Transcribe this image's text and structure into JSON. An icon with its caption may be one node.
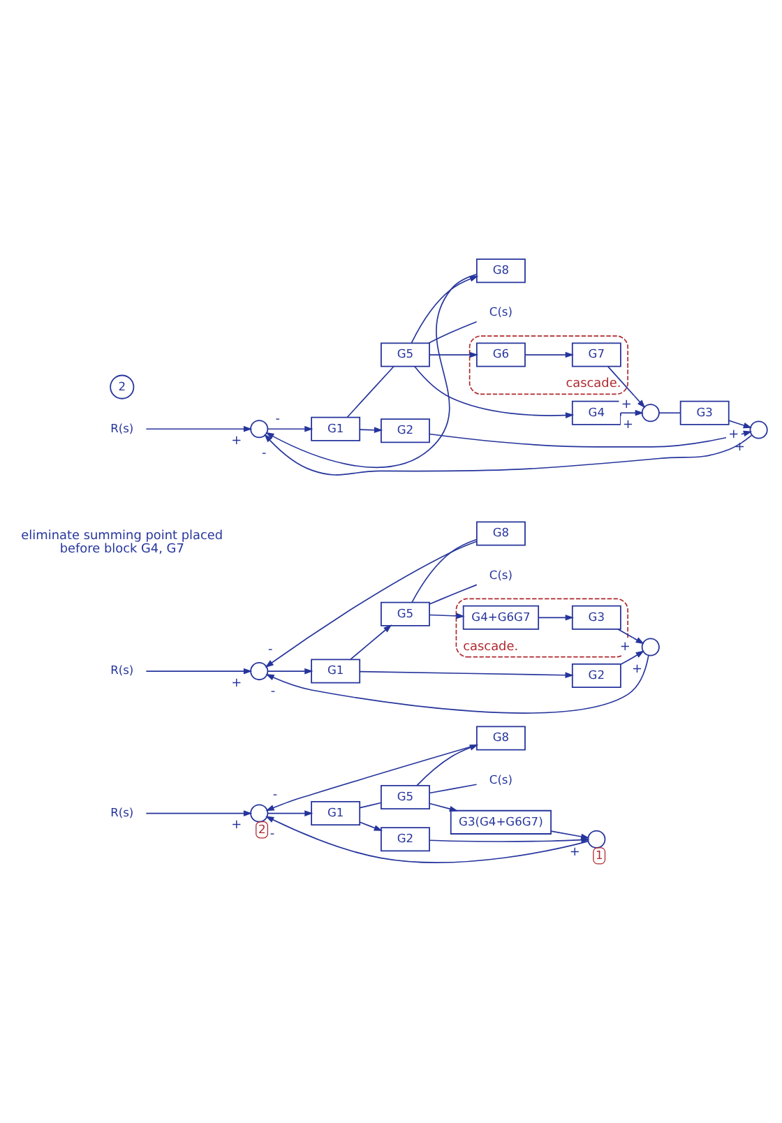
{
  "diagram": {
    "nodes": [
      {
        "text": [
          "2"
        ]
      },
      {
        "text": [
          "R(s)"
        ]
      },
      {
        "text": [],
        "shape": "circle"
      },
      {
        "text": [
          "G8"
        ]
      },
      {
        "text": [
          "C(s)"
        ]
      },
      {
        "text": [
          "G1"
        ]
      },
      {
        "text": [
          "G5"
        ]
      },
      {
        "text": [
          "cascade."
        ]
      },
      {
        "text": [
          "G6"
        ],
        "in": 7
      },
      {
        "text": [
          "G7"
        ],
        "in": 7
      },
      {
        "text": [
          "G2"
        ]
      },
      {
        "text": [
          "G4"
        ]
      },
      {
        "text": [],
        "shape": "circle"
      },
      {
        "text": [
          "G3"
        ]
      },
      {
        "text": [],
        "shape": "circle"
      },
      {
        "text": [
          "G8"
        ]
      },
      {
        "text": [
          "C(s)"
        ]
      },
      {
        "text": [
          "R(s)"
        ]
      },
      {
        "text": [],
        "shape": "circle"
      },
      {
        "text": [
          "G1"
        ]
      },
      {
        "text": [
          "G5"
        ]
      },
      {
        "text": [
          "cascade."
        ]
      },
      {
        "text": [
          "G4+G6G7"
        ],
        "in": 21
      },
      {
        "text": [
          "G2"
        ]
      },
      {
        "text": [],
        "shape": "circle"
      },
      {
        "text": [
          "G3"
        ],
        "in": 21
      },
      {
        "text": [
          "G8"
        ]
      },
      {
        "text": [
          "R(s)"
        ]
      },
      {
        "text": [],
        "shape": "circle",
        "beside": [
          "2"
        ]
      },
      {
        "text": [
          "G1"
        ]
      },
      {
        "text": [
          "G5"
        ]
      },
      {
        "text": [
          "C(s)"
        ]
      },
      {
        "text": [
          "G2"
        ]
      },
      {
        "text": [],
        "shape": "circle",
        "beside": [
          "1"
        ]
      },
      {
        "text": [
          "G3(G4+G6G7)"
        ]
      }
    ],
    "edges": [
      {
        "from": 1,
        "to": 2,
        "arrow": "to",
        "label": "+"
      },
      {
        "from": 3,
        "to": 2,
        "arrow": "to",
        "label": "-"
      },
      {
        "from": 12,
        "to": 2,
        "arrow": "to",
        "label": "-"
      },
      {
        "from": 2,
        "to": 5,
        "arrow": "to"
      },
      {
        "from": 5,
        "to": 6,
        "arrow": "none"
      },
      {
        "from": 5,
        "to": 10,
        "arrow": "to"
      },
      {
        "from": 6,
        "to": 8,
        "arrow": "to"
      },
      {
        "from": 6,
        "to": 11,
        "arrow": "to"
      },
      {
        "from": 6,
        "to": 3,
        "arrow": "to"
      },
      {
        "from": 6,
        "to": 4,
        "arrow": "none"
      },
      {
        "from": 8,
        "to": 9,
        "arrow": "to"
      },
      {
        "from": 9,
        "to": 14,
        "arrow": "to",
        "label": "+"
      },
      {
        "from": 11,
        "to": 14,
        "arrow": "to",
        "label": "+"
      },
      {
        "from": 14,
        "to": 13,
        "arrow": "none"
      },
      {
        "from": 13,
        "to": 12,
        "arrow": "to",
        "label": "+"
      },
      {
        "from": 10,
        "to": 12,
        "arrow": "to",
        "label": "+"
      },
      {
        "from": 17,
        "to": 18,
        "arrow": "to",
        "label": "+"
      },
      {
        "from": 15,
        "to": 18,
        "arrow": "to",
        "label": "-"
      },
      {
        "from": 24,
        "to": 18,
        "arrow": "to",
        "label": "-"
      },
      {
        "from": 18,
        "to": 19,
        "arrow": "to"
      },
      {
        "from": 19,
        "to": 20,
        "arrow": "to"
      },
      {
        "from": 19,
        "to": 23,
        "arrow": "to"
      },
      {
        "from": 20,
        "to": 22,
        "arrow": "to"
      },
      {
        "from": 20,
        "to": 15,
        "arrow": "none"
      },
      {
        "from": 20,
        "to": 16,
        "arrow": "none"
      },
      {
        "from": 22,
        "to": 25,
        "arrow": "to"
      },
      {
        "from": 25,
        "to": 24,
        "arrow": "to",
        "label": "+"
      },
      {
        "from": 23,
        "to": 24,
        "arrow": "to",
        "label": "+"
      },
      {
        "from": 27,
        "to": 28,
        "arrow": "to",
        "label": "+"
      },
      {
        "from": 26,
        "to": 28,
        "arrow": "to",
        "label": "-"
      },
      {
        "from": 33,
        "to": 28,
        "arrow": "to",
        "label": "-"
      },
      {
        "from": 28,
        "to": 29,
        "arrow": "to"
      },
      {
        "from": 29,
        "to": 30,
        "arrow": "none"
      },
      {
        "from": 29,
        "to": 32,
        "arrow": "to"
      },
      {
        "from": 30,
        "to": 31,
        "arrow": "none"
      },
      {
        "from": 30,
        "to": 26,
        "arrow": "to"
      },
      {
        "from": 30,
        "to": 34,
        "arrow": "to"
      },
      {
        "from": 34,
        "to": 33,
        "arrow": "to"
      },
      {
        "from": 32,
        "to": 33,
        "arrow": "to",
        "label": "+"
      }
    ],
    "labels": [
      "eliminate summing point placed before block G4, G7"
    ]
  }
}
